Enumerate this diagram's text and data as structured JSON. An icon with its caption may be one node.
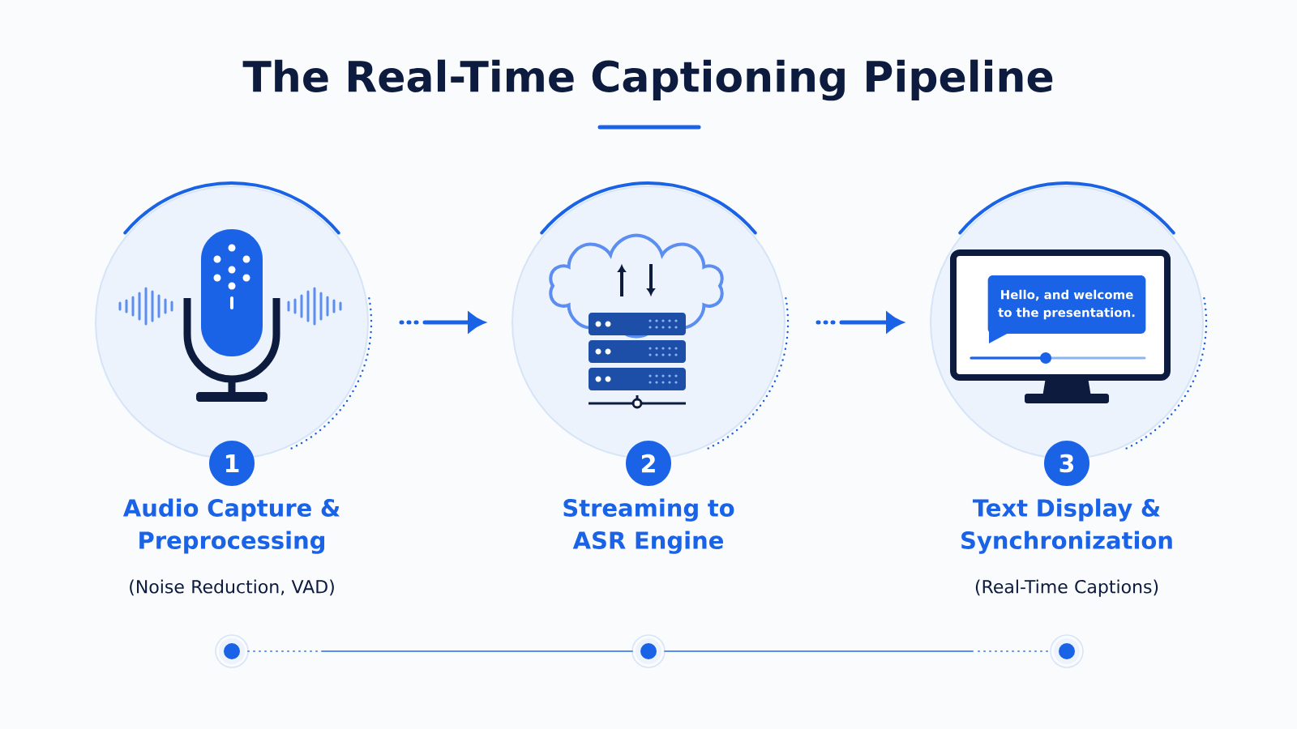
{
  "diagram": {
    "title": "The Real-Time Captioning Pipeline",
    "nodes": [
      {
        "text": [],
        "shape": "circle"
      },
      {
        "text": [],
        "shape": "circle"
      },
      {
        "text": [],
        "shape": "circle"
      },
      {
        "text": [
          "Hello, and welcome to the presentation."
        ],
        "in": 2
      },
      {
        "text": [
          "1"
        ],
        "beside": [
          "Audio Capture & Preprocessing",
          "(Noise Reduction, VAD)"
        ]
      },
      {
        "text": [
          "2"
        ],
        "beside": [
          "Streaming to ASR Engine"
        ]
      },
      {
        "text": [
          "3"
        ],
        "beside": [
          "Text Display & Synchronization",
          "(Real-Time Captions)"
        ]
      },
      {
        "text": [],
        "shape": "circle"
      },
      {
        "text": [],
        "shape": "circle"
      },
      {
        "text": [],
        "shape": "circle"
      }
    ],
    "edges": [
      {
        "from": 0,
        "to": 1,
        "arrow": "to"
      },
      {
        "from": 1,
        "to": 2,
        "arrow": "to"
      },
      {
        "from": 7,
        "to": 8,
        "arrow": "none"
      },
      {
        "from": 8,
        "to": 9,
        "arrow": "none"
      }
    ]
  }
}
